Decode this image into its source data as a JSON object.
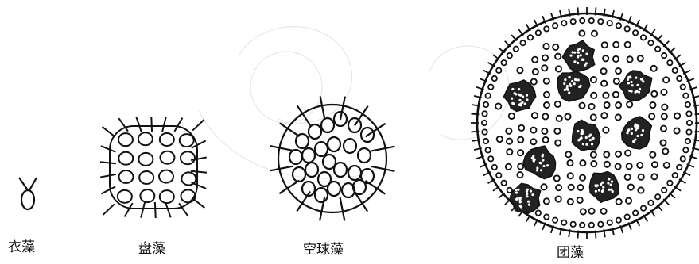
{
  "figure": {
    "labels": {
      "chlamydomonas": "衣藻",
      "gonium": "盘藻",
      "pandorina": "空球藻",
      "volvox": "团藻"
    }
  }
}
